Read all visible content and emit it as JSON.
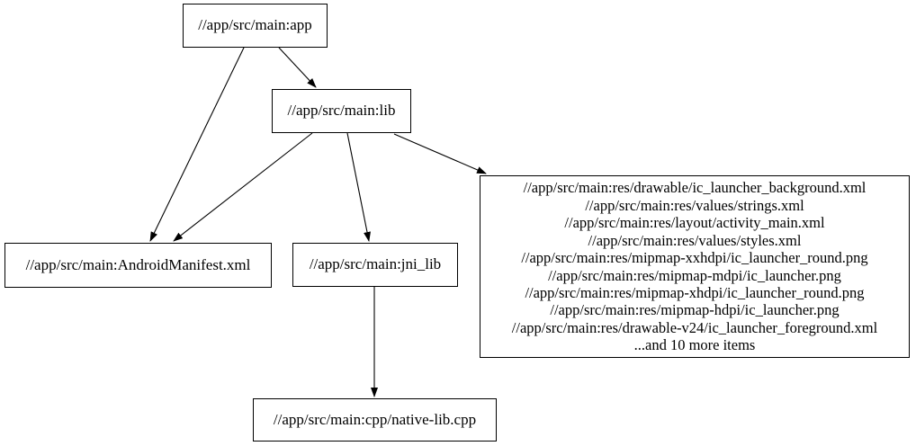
{
  "diagram": {
    "type": "dependency-graph",
    "background_color": "#ffffff",
    "node_border_color": "#000000",
    "edge_color": "#000000",
    "text_color": "#000000"
  },
  "nodes": {
    "app": {
      "label": "//app/src/main:app"
    },
    "lib": {
      "label": "//app/src/main:lib"
    },
    "android_manifest": {
      "label": "//app/src/main:AndroidManifest.xml"
    },
    "jni_lib": {
      "label": "//app/src/main:jni_lib"
    },
    "native_lib": {
      "label": "//app/src/main:cpp/native-lib.cpp"
    },
    "res_group": {
      "lines": [
        "//app/src/main:res/drawable/ic_launcher_background.xml",
        "//app/src/main:res/values/strings.xml",
        "//app/src/main:res/layout/activity_main.xml",
        "//app/src/main:res/values/styles.xml",
        "//app/src/main:res/mipmap-xxhdpi/ic_launcher_round.png",
        "//app/src/main:res/mipmap-mdpi/ic_launcher.png",
        "//app/src/main:res/mipmap-xhdpi/ic_launcher_round.png",
        "//app/src/main:res/mipmap-hdpi/ic_launcher.png",
        "//app/src/main:res/drawable-v24/ic_launcher_foreground.xml",
        "...and 10 more items"
      ]
    }
  },
  "edges": [
    {
      "from": "//app/src/main:app",
      "to": "//app/src/main:lib"
    },
    {
      "from": "//app/src/main:app",
      "to": "//app/src/main:AndroidManifest.xml"
    },
    {
      "from": "//app/src/main:lib",
      "to": "//app/src/main:AndroidManifest.xml"
    },
    {
      "from": "//app/src/main:lib",
      "to": "//app/src/main:jni_lib"
    },
    {
      "from": "//app/src/main:lib",
      "to": "res-file-group"
    },
    {
      "from": "//app/src/main:jni_lib",
      "to": "//app/src/main:cpp/native-lib.cpp"
    }
  ]
}
